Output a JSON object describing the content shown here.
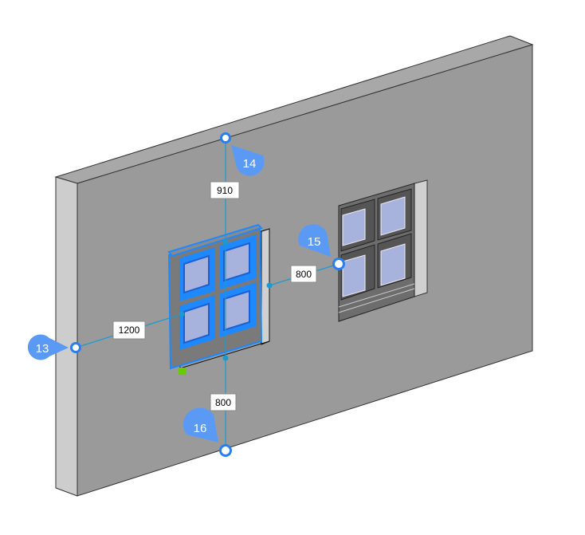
{
  "dimensions": {
    "top": "910",
    "left": "1200",
    "right": "800",
    "bottom": "800"
  },
  "callouts": {
    "left": "13",
    "top": "14",
    "right": "15",
    "bottom": "16"
  },
  "colors": {
    "wall_front": "#9a9a9a",
    "wall_top": "#a8a8a8",
    "wall_side": "#cdcdcd",
    "selection": "#1e88ff",
    "dimension": "#1a9ad0",
    "callout": "#5a9af5",
    "glass": "#a7b3dc"
  }
}
